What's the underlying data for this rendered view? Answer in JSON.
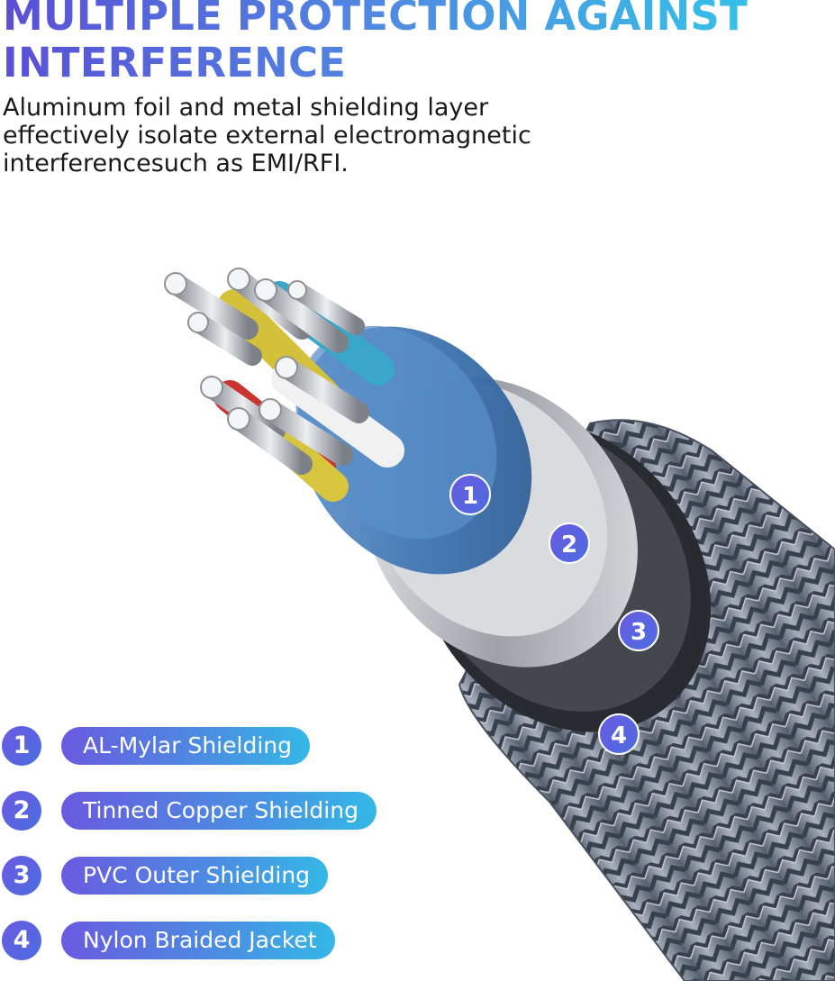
{
  "header": {
    "title_line1": "MULTIPLE PROTECTION AGAINST",
    "title_line2": "INTERFERENCE",
    "subtitle_line1": "Aluminum foil and metal shielding layer",
    "subtitle_line2": "effectively isolate external electromagnetic",
    "subtitle_line3": "interferencesuch as EMI/RFI."
  },
  "markers": [
    "1",
    "2",
    "3",
    "4"
  ],
  "legend": [
    {
      "num": "1",
      "label": "AL-Mylar Shielding"
    },
    {
      "num": "2",
      "label": "Tinned Copper Shielding"
    },
    {
      "num": "3",
      "label": "PVC Outer Shielding"
    },
    {
      "num": "4",
      "label": "Nylon Braided Jacket"
    }
  ],
  "colors": {
    "accent_purple": "#6a5ae0",
    "accent_blue": "#4a8fe2",
    "accent_cyan": "#34b8e6",
    "braid": "#7d8596",
    "mylar": "#3f78b8",
    "copper_shield": "#c9cbd0",
    "pvc": "#2b2c30"
  }
}
